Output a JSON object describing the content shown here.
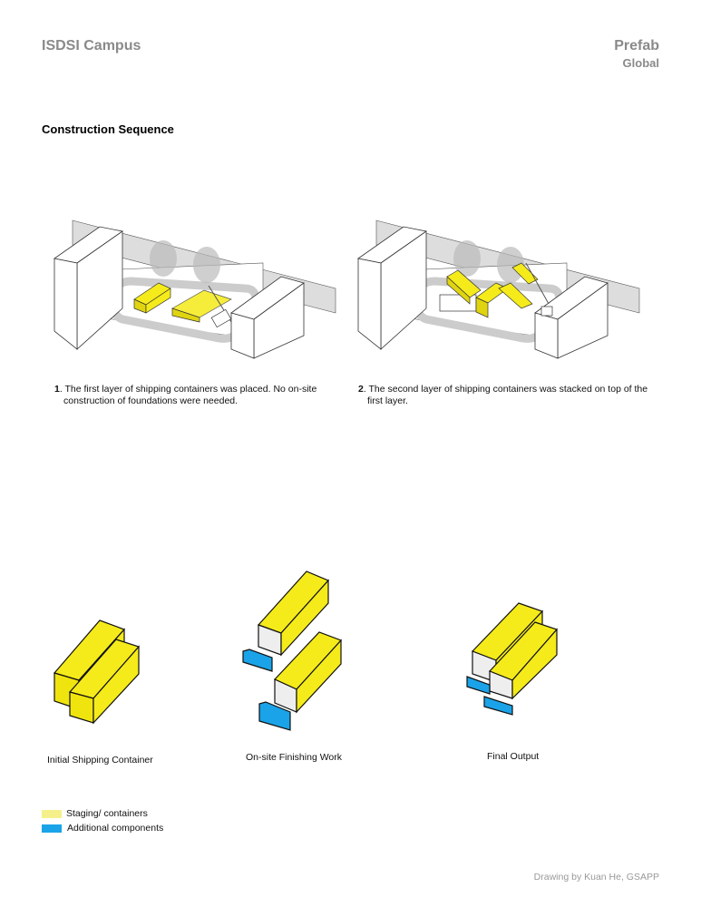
{
  "header": {
    "project": "ISDSI Campus",
    "category": "Prefab",
    "subcategory": "Global"
  },
  "section_title": "Construction Sequence",
  "steps": [
    {
      "number": "1",
      "text": ". The first layer of shipping containers was placed. No on-site construction of foundations were needed."
    },
    {
      "number": "2",
      "text": ". The second layer of shipping containers was stacked on top of the first layer."
    }
  ],
  "stages": [
    {
      "label": "Initial Shipping Container"
    },
    {
      "label": "On-site Finishing Work"
    },
    {
      "label": "Final Output"
    }
  ],
  "legend": [
    {
      "label": "Staging/ containers",
      "color": "#f5f08a"
    },
    {
      "label": "Additional components",
      "color": "#1aa3e8"
    }
  ],
  "colors": {
    "container": "#f5eb1a",
    "component": "#1aa3e8",
    "ground": "#d9d9d9"
  },
  "credit": "Drawing by Kuan He, GSAPP"
}
